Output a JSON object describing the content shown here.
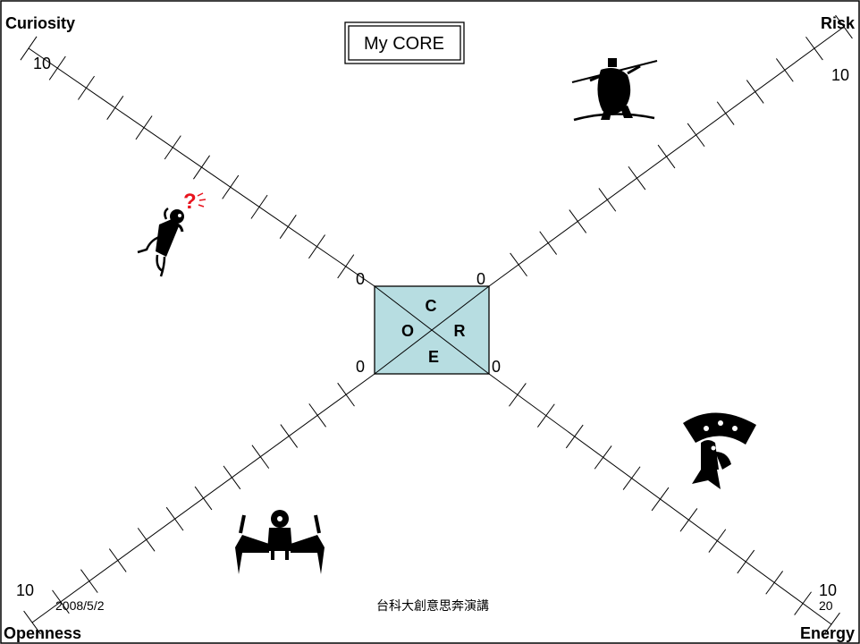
{
  "slide": {
    "title": "My CORE",
    "footer_date": "2008/5/2",
    "footer_center": "台科大創意思奔演講",
    "page_number": "20"
  },
  "axes": {
    "curiosity": {
      "label": "Curiosity",
      "min": "0",
      "max": "10"
    },
    "risk": {
      "label": "Risk",
      "min": "0",
      "max": "10"
    },
    "openness": {
      "label": "Openness",
      "min": "0",
      "max": "10"
    },
    "energy": {
      "label": "Energy",
      "min": "0",
      "max": "10"
    }
  },
  "core_box": {
    "letters": {
      "c": "C",
      "o": "O",
      "r": "R",
      "e": "E"
    },
    "fill_color": "#b7dde1"
  },
  "figures": [
    {
      "name": "curious-figure-icon",
      "question_mark": "?",
      "accent_color": "#e8141e"
    },
    {
      "name": "tightrope-figure-icon"
    },
    {
      "name": "spread-arms-figure-icon"
    },
    {
      "name": "juggling-figure-icon"
    }
  ]
}
